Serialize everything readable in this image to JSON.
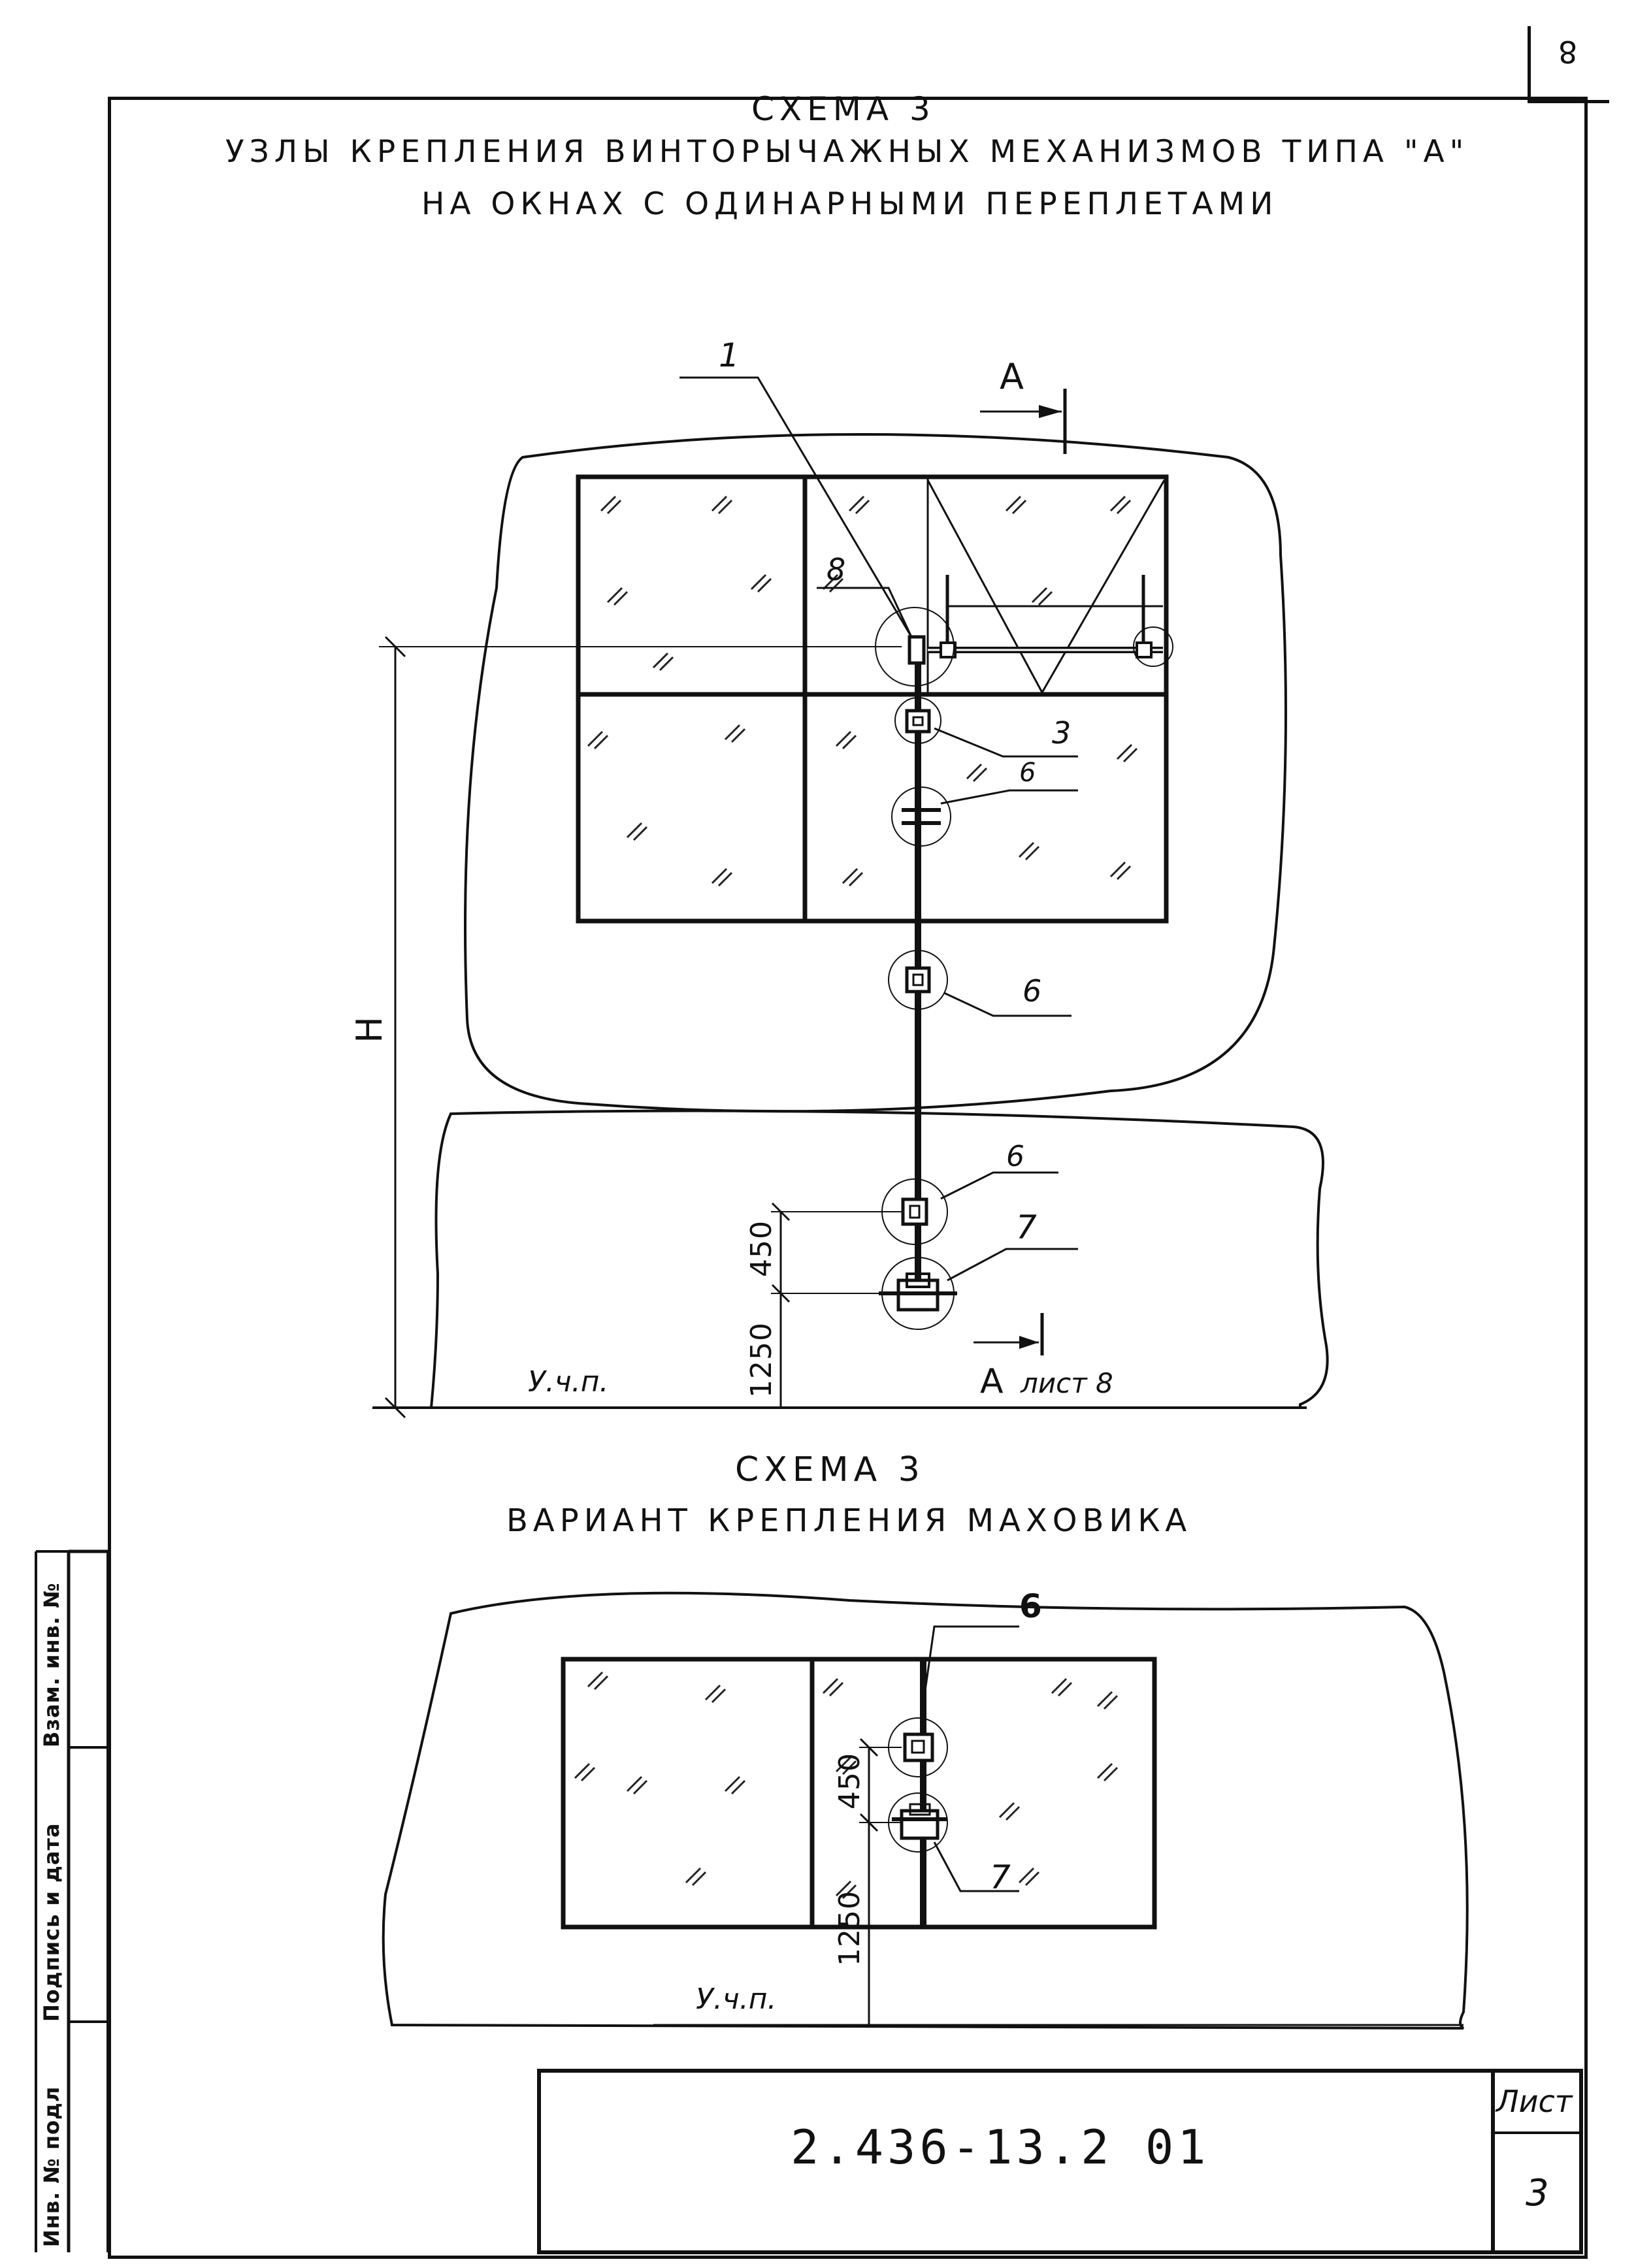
{
  "page_number": "8",
  "scheme1": {
    "heading": "СХЕМА 3",
    "title_line1": "УЗЛЫ КРЕПЛЕНИЯ ВИНТОРЫЧАЖНЫХ МЕХАНИЗМОВ ТИПА \"А\"",
    "title_line2": "НА ОКНАХ С ОДИНАРНЫМИ ПЕРЕПЛЕТАМИ"
  },
  "scheme2": {
    "heading": "СХЕМА 3",
    "title": "ВАРИАНТ КРЕПЛЕНИЯ МАХОВИКА"
  },
  "callouts_top": {
    "c1": "1",
    "c8": "8",
    "c3": "3",
    "c6a": "6",
    "c6b": "6",
    "c6c": "6",
    "c7": "7"
  },
  "callouts_bottom": {
    "c6": "6",
    "c7": "7"
  },
  "section_label_top": "А",
  "section_label_bottom": "А",
  "section_ref": "лист 8",
  "height_label": "Н",
  "floor_label_top": "У.ч.п.",
  "floor_label_bottom": "У.ч.п.",
  "dims_top": {
    "d450": "450",
    "d1250": "1250"
  },
  "dims_bottom": {
    "d450": "450",
    "d1250": "1250"
  },
  "stamp": {
    "doc_code": "2.436-13.2 01",
    "sheet_label": "Лист",
    "sheet_number": "3"
  },
  "side_labels": {
    "inv_no": "Инв. № подл",
    "sign_date": "Подпись и дата",
    "replace_inv": "Взам. инв. №"
  }
}
